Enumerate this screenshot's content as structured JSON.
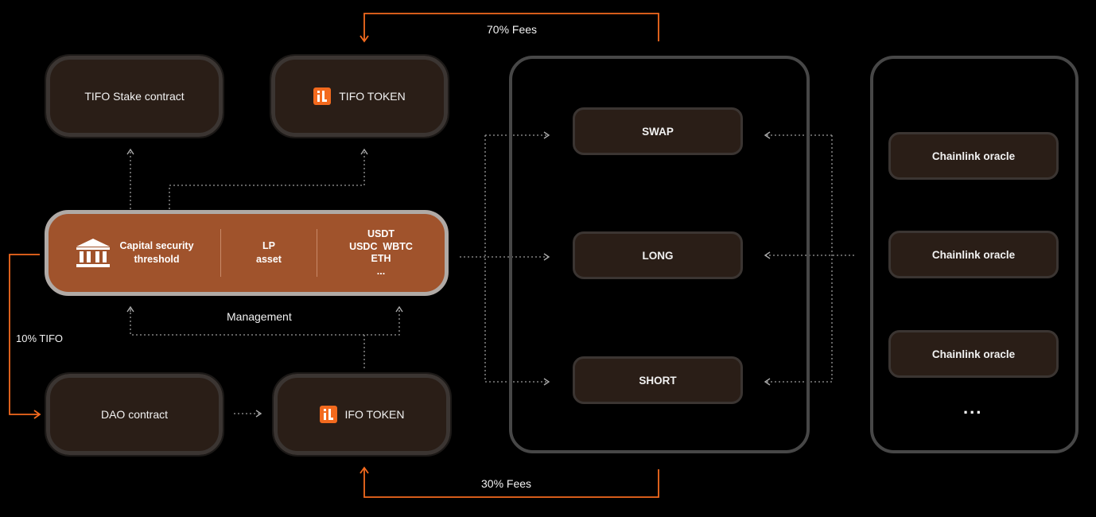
{
  "nodes": {
    "stake": "TIFO Stake contract",
    "tifo_token": "TIFO TOKEN",
    "dao": "DAO contract",
    "ifo_token": "IFO TOKEN",
    "swap": "SWAP",
    "long": "LONG",
    "short": "SHORT",
    "oracle_1": "Chainlink oracle",
    "oracle_2": "Chainlink oracle",
    "oracle_3": "Chainlink oracle",
    "oracle_more": "..."
  },
  "capital": {
    "col1_line1": "Capital security",
    "col1_line2": "threshold",
    "col2_line1": "LP",
    "col2_line2": "asset",
    "col3_line1": "USDT",
    "col3_line2": "USDC  WBTC",
    "col3_line3": "ETH",
    "col3_line4": "..."
  },
  "labels": {
    "fees_top": "70% Fees",
    "fees_bottom": "30% Fees",
    "management": "Management",
    "tifo_share": "10% TIFO"
  },
  "colors": {
    "accent": "#f36a1e",
    "node_fill": "#2a1e17",
    "capital_fill": "#a0532c",
    "panel_border": "#474747",
    "dotted": "#9a9a9a"
  },
  "icons": [
    "bank-icon",
    "tifo-logo-icon",
    "ifo-logo-icon"
  ]
}
